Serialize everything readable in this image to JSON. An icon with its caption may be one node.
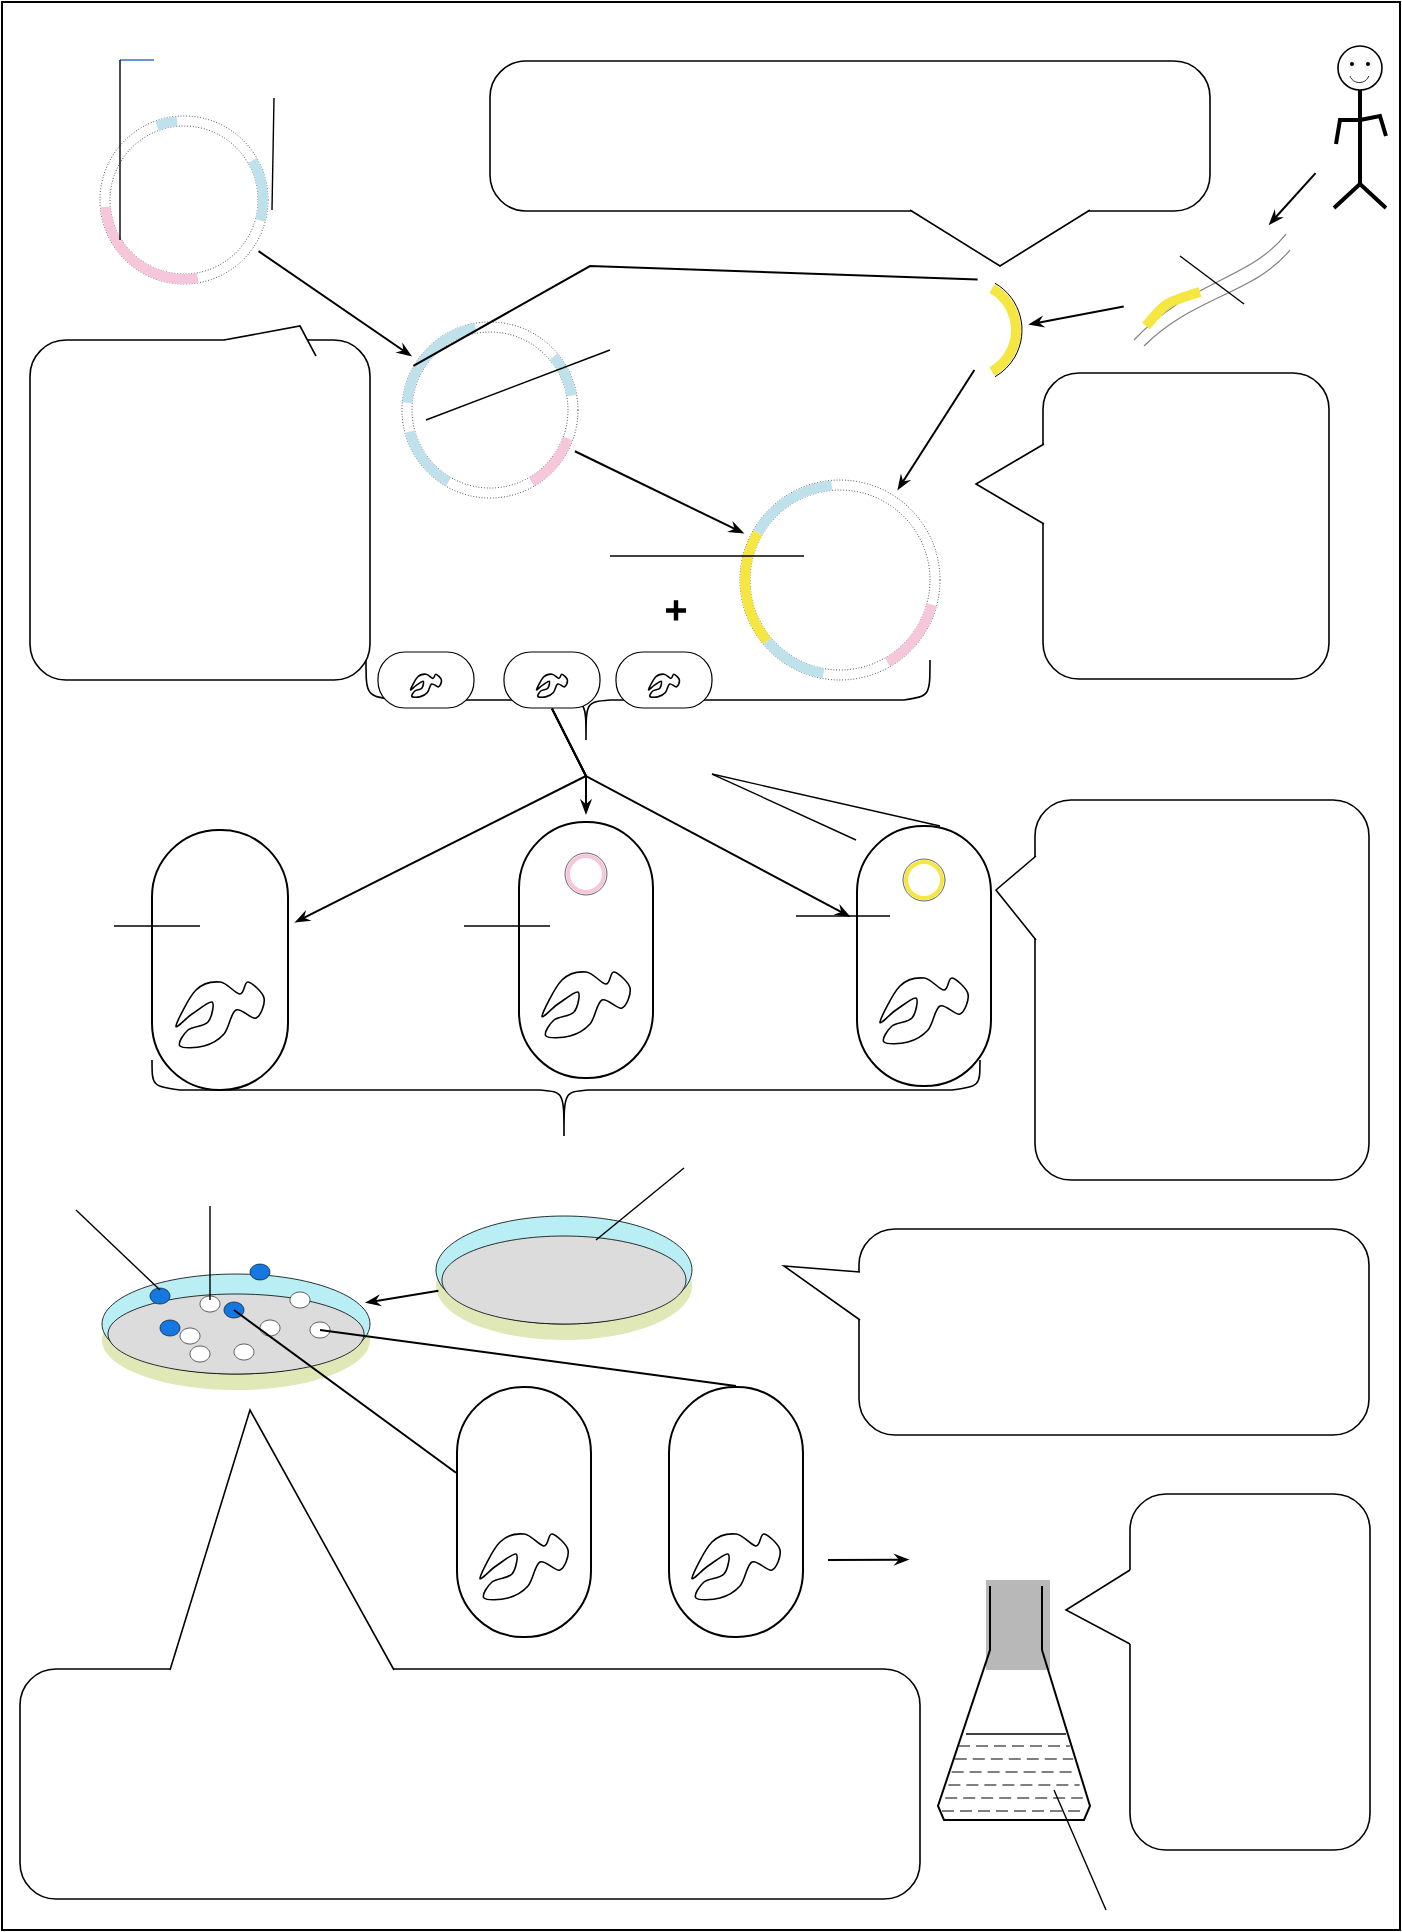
{
  "diagram": {
    "nodes": [
      {
        "text": [],
        "shape": "circle"
      },
      {
        "text": [],
        "shape": "circle"
      },
      {
        "text": [],
        "shape": "picture"
      },
      {
        "text": [],
        "shape": "picture"
      },
      {
        "text": [],
        "shape": "person"
      },
      {
        "text": [],
        "shape": "circle"
      },
      {
        "text": [],
        "shape": "box"
      },
      {
        "text": [],
        "shape": "box"
      },
      {
        "text": [],
        "shape": "box"
      },
      {
        "text": [],
        "shape": "box"
      },
      {
        "text": [],
        "shape": "box"
      },
      {
        "text": [],
        "shape": "box"
      },
      {
        "text": [],
        "shape": "dish"
      },
      {
        "text": [],
        "shape": "dish"
      },
      {
        "text": [],
        "shape": "box"
      },
      {
        "text": [],
        "shape": "box"
      },
      {
        "text": [],
        "shape": "flask"
      },
      {
        "text": [],
        "shape": "callout"
      },
      {
        "text": [],
        "shape": "callout"
      },
      {
        "text": [],
        "shape": "callout"
      },
      {
        "text": [],
        "shape": "callout"
      },
      {
        "text": [],
        "shape": "callout"
      },
      {
        "text": [],
        "shape": "callout"
      },
      {
        "text": [],
        "shape": "callout"
      }
    ],
    "edges": [
      {
        "from": 0,
        "to": 1,
        "arrow": "to"
      },
      {
        "from": 4,
        "to": 3,
        "arrow": "to"
      },
      {
        "from": 3,
        "to": 2,
        "arrow": "to"
      },
      {
        "from": 2,
        "to": 5,
        "arrow": "to"
      },
      {
        "from": 1,
        "to": 5,
        "arrow": "to"
      },
      {
        "from": 7,
        "to": 9,
        "arrow": "to"
      },
      {
        "from": 7,
        "to": 10,
        "arrow": "to"
      },
      {
        "from": 7,
        "to": 11,
        "arrow": "to"
      },
      {
        "from": 12,
        "to": 13,
        "arrow": "to"
      },
      {
        "from": 13,
        "to": 14,
        "arrow": "none"
      },
      {
        "from": 13,
        "to": 15,
        "arrow": "none"
      },
      {
        "from": 15,
        "to": 16,
        "arrow": "to"
      },
      {
        "from": 1,
        "to": 2,
        "arrow": "none"
      },
      {
        "from": null,
        "to": 0,
        "arrow": "none"
      },
      {
        "from": null,
        "to": 0,
        "arrow": "none"
      },
      {
        "from": null,
        "to": 1,
        "arrow": "none"
      },
      {
        "from": null,
        "to": 5,
        "arrow": "none"
      },
      {
        "from": null,
        "to": 11,
        "arrow": "none"
      },
      {
        "from": null,
        "to": 11,
        "arrow": "none"
      },
      {
        "from": null,
        "to": 9,
        "arrow": "none"
      },
      {
        "from": null,
        "to": 10,
        "arrow": "none"
      },
      {
        "from": null,
        "to": 11,
        "arrow": "none"
      },
      {
        "from": null,
        "to": 12,
        "arrow": "none"
      },
      {
        "from": null,
        "to": 13,
        "arrow": "none"
      },
      {
        "from": null,
        "to": 13,
        "arrow": "none"
      },
      {
        "from": null,
        "to": 3,
        "arrow": "none"
      },
      {
        "from": null,
        "to": 16,
        "arrow": "none"
      }
    ],
    "labels": [
      "+"
    ]
  }
}
